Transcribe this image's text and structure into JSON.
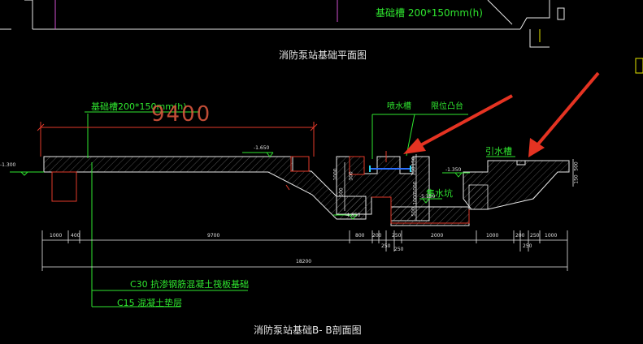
{
  "labels": {
    "top_groove": "基础槽 200*150mm(h)",
    "plan_title": "消防泵站基础平面图",
    "left_groove": "基础槽200*150mm(h)",
    "big_dim": "9400",
    "drain_groove": "喷水槽",
    "limit_bump": "限位凸台",
    "water_guide": "引水槽",
    "sump": "集水坑",
    "concrete_c30": "C30 抗渗钢筋混凝土筏板基础",
    "concrete_c15": "C15 混凝土垫层",
    "section_title": "消防泵站基础B- B剖面图"
  },
  "elevations": {
    "left": "-1.300",
    "top_floor": "-1.650",
    "lower": "-4.850",
    "sump_bottom": "-5.150",
    "right": "-1.350"
  },
  "dims_upper_row": [
    "1000",
    "400",
    "9700",
    "800",
    "200",
    "250",
    "2000",
    "1000",
    "200",
    "250",
    "1000"
  ],
  "dims_total": "18200",
  "dims_vertical": [
    "1000",
    "300",
    "150",
    "150",
    "500",
    "1000",
    "500",
    "1000",
    "500",
    "150"
  ],
  "dims_lower_small": [
    "250",
    "250",
    "250"
  ],
  "colors": {
    "background": "#000000",
    "line_white": "#e8e8e8",
    "green": "#2fe62f",
    "red": "#e23a2a",
    "callout_red": "#e53322",
    "blue": "#2a6fff",
    "cyan": "#28d2ee",
    "magenta": "#d050d0",
    "yellow": "#e6e600"
  }
}
